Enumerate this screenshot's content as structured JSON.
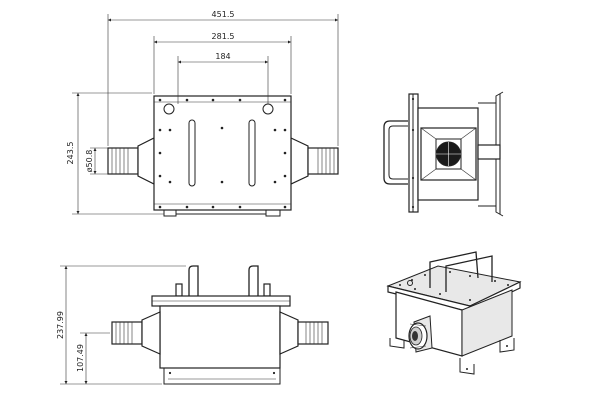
{
  "drawing": {
    "top_view": {
      "overall_width": "451.5",
      "flange_width": "281.5",
      "slot_spacing": "184",
      "overall_height": "243.5",
      "port_diameter": "ø50.8"
    },
    "front_view": {
      "overall_height": "237.99",
      "port_height": "107.49"
    }
  },
  "colors": {
    "line": "#222222",
    "background": "#ffffff",
    "face_shading": "#e8e8e8"
  }
}
